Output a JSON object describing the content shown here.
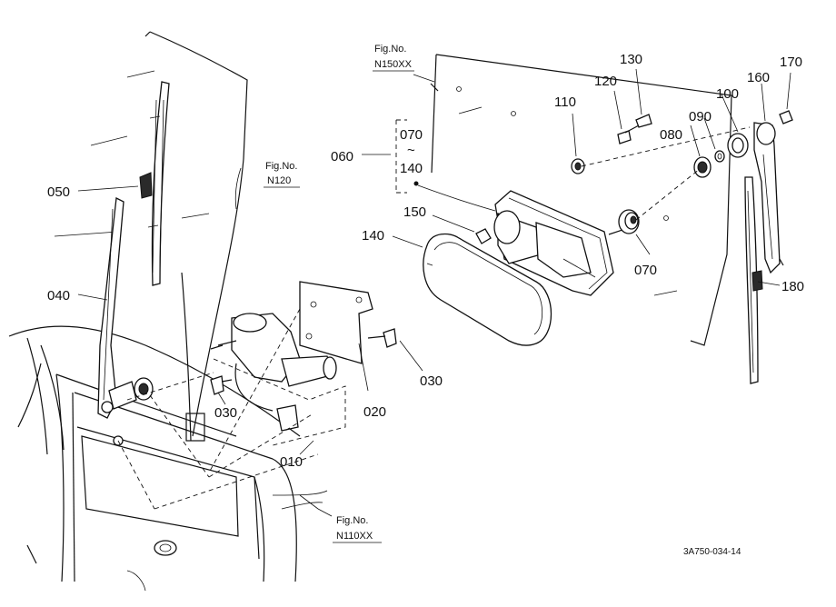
{
  "callouts": {
    "p010": "010",
    "p020": "020",
    "p030a": "030",
    "p030b": "030",
    "p040": "040",
    "p050": "050",
    "p060": "060",
    "p070a": "070",
    "p070b": "070",
    "tilde": "~",
    "p140a": "140",
    "p140b": "140",
    "p080": "080",
    "p090": "090",
    "p100": "100",
    "p110": "110",
    "p120": "120",
    "p130": "130",
    "p150": "150",
    "p160": "160",
    "p170": "170",
    "p180": "180"
  },
  "figrefs": {
    "n150": {
      "label": "Fig.No.",
      "code": "N150XX"
    },
    "n120": {
      "label": "Fig.No.",
      "code": "N120"
    },
    "n110": {
      "label": "Fig.No.",
      "code": "N110XX"
    }
  },
  "drawing_code": "3A750-034-14"
}
